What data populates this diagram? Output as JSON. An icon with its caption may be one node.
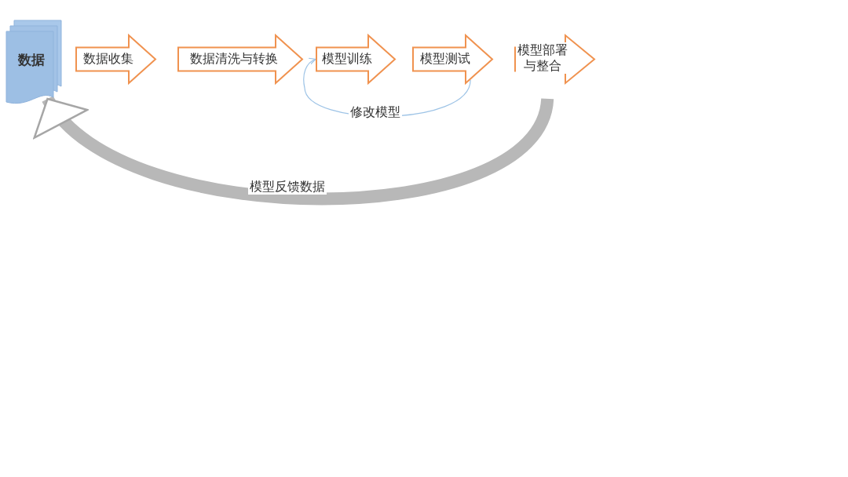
{
  "diagram": {
    "nodes": [
      {
        "text": [
          "数据"
        ]
      },
      {
        "text": [
          "数据收集"
        ]
      },
      {
        "text": [
          "数据清洗与转换"
        ]
      },
      {
        "text": [
          "模型训练"
        ]
      },
      {
        "text": [
          "模型测试"
        ]
      },
      {
        "text": [
          "模型部署与整合"
        ]
      }
    ],
    "edges": [
      {
        "from": 4,
        "to": 3,
        "arrow": "to",
        "label": "修改模型",
        "color": "#9dc3e6"
      },
      {
        "from": 5,
        "to": 0,
        "arrow": "to",
        "label": "模型反馈数据",
        "style": "thick"
      }
    ]
  }
}
